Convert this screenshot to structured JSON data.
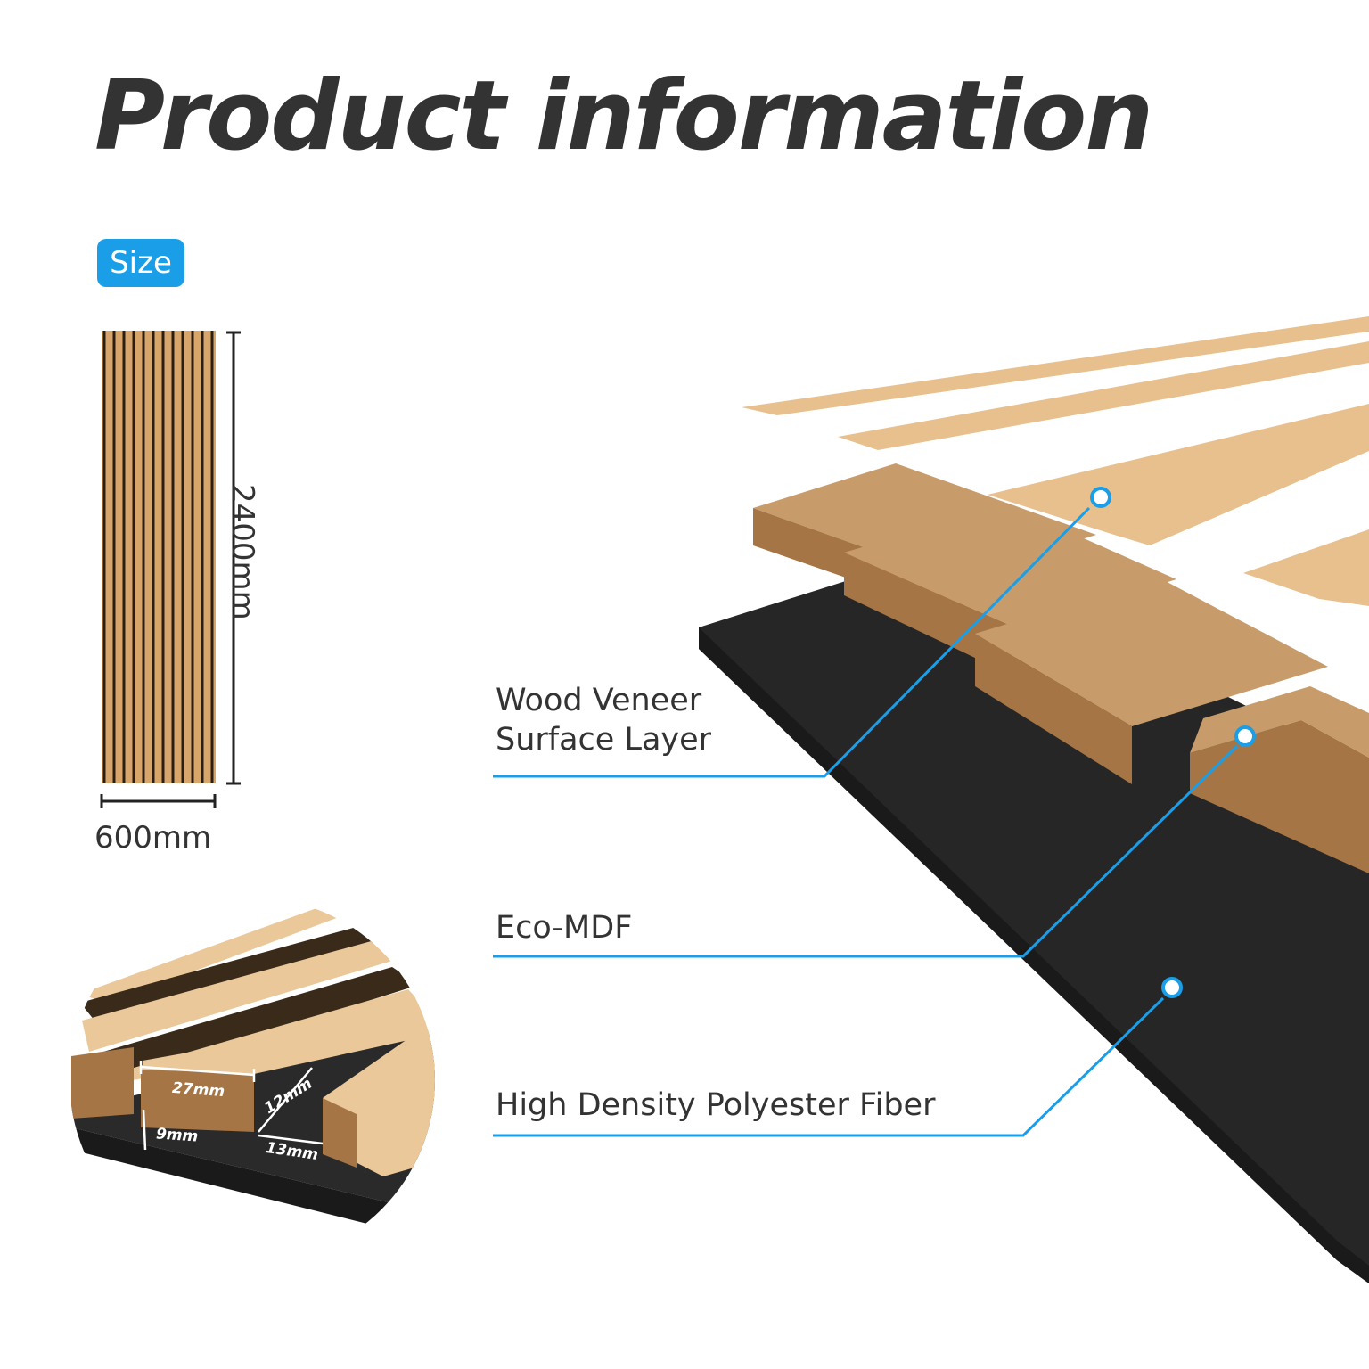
{
  "title": "Product information",
  "size_badge": "Size",
  "panel_dimensions": {
    "width": "600mm",
    "height": "2400mm"
  },
  "layers": [
    {
      "label_line1": "Wood Veneer",
      "label_line2": "Surface Layer"
    },
    {
      "label_line1": "Eco-MDF"
    },
    {
      "label_line1": "High Density Polyester Fiber"
    }
  ],
  "detail_dimensions": {
    "slat_width": "27mm",
    "slat_height": "12mm",
    "felt_thickness": "9mm",
    "gap_width": "13mm"
  },
  "colors": {
    "accent": "#1a9ee8",
    "title_text": "#333333",
    "veneer": "#e8c08e",
    "mdf": "#b4844f",
    "felt": "#262626"
  }
}
